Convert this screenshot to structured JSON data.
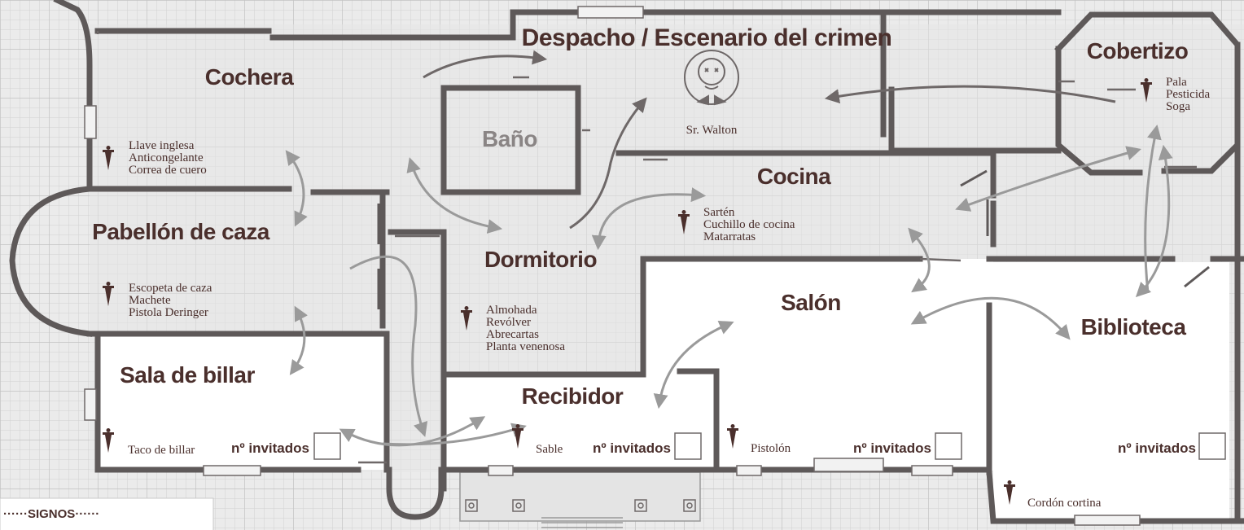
{
  "rooms": {
    "despacho": "Despacho / Escenario del crimen",
    "cochera": "Cochera",
    "cobertizo": "Cobertizo",
    "bano": "Baño",
    "cocina": "Cocina",
    "pabellon": "Pabellón de caza",
    "dormitorio": "Dormitorio",
    "salon": "Salón",
    "biblioteca": "Biblioteca",
    "billar": "Sala de billar",
    "recibidor": "Recibidor"
  },
  "victim": "Sr. Walton",
  "items": {
    "cochera": [
      "Llave inglesa",
      "Anticongelante",
      "Correa de cuero"
    ],
    "cobertizo": [
      "Pala",
      "Pesticida",
      "Soga"
    ],
    "cocina": [
      "Sartén",
      "Cuchillo de cocina",
      "Matarratas"
    ],
    "pabellon": [
      "Escopeta de caza",
      "Machete",
      "Pistola Deringer"
    ],
    "dormitorio": [
      "Almohada",
      "Revólver",
      "Abrecartas",
      "Planta venenosa"
    ],
    "billar": [
      "Taco de billar"
    ],
    "recibidor": [
      "Sable"
    ],
    "salon": [
      "Pistolón"
    ],
    "biblioteca": [
      "Cordón cortina"
    ]
  },
  "guests_label": "nº invitados",
  "legend_title": "······SIGNOS······",
  "colors": {
    "wall": "#5e5959",
    "text": "#4a2f2c",
    "arrow": "#9a9a9a",
    "grid": "#cfcfcf",
    "floor": "#e9e9e9",
    "white_room": "#ffffff"
  },
  "icons": [
    "dagger-icon",
    "skull-icon",
    "door-icon",
    "window-icon"
  ]
}
